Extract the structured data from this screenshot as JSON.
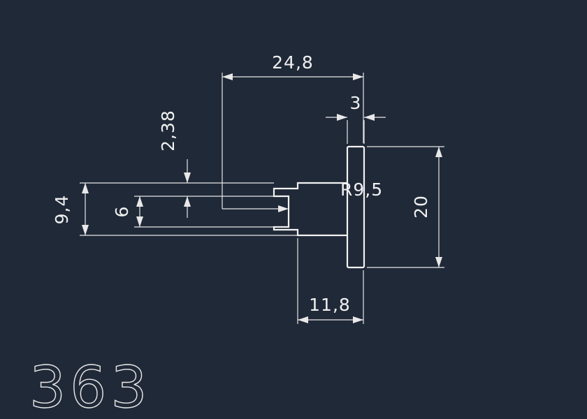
{
  "drawing": {
    "part_number": "363",
    "dimensions": {
      "overall_width": "24,8",
      "flange_thickness": "3",
      "wall_offset": "2,38",
      "slot_height": "6",
      "stem_height": "9,4",
      "radius_label": "R9,5",
      "flange_height": "20",
      "bottom_width": "11,8"
    },
    "colors": {
      "background": "#202938",
      "line": "#f2f2f2"
    }
  }
}
